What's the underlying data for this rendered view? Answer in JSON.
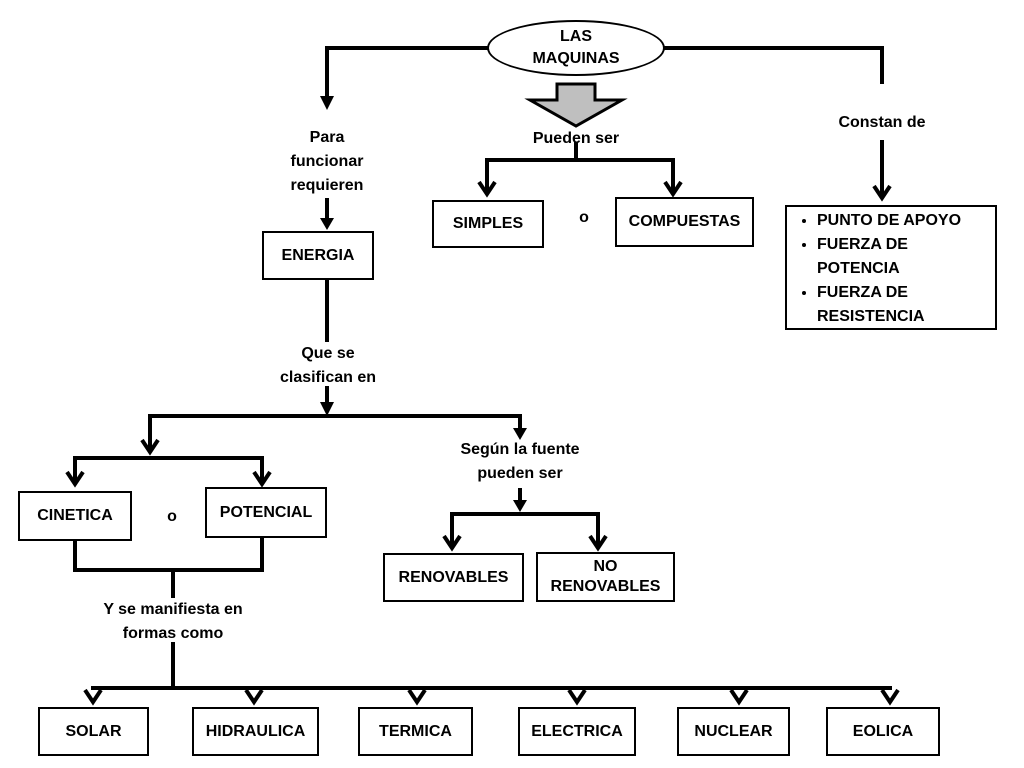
{
  "title": "LAS MAQUINAS",
  "links": {
    "para_funcionar": "Para funcionar requieren",
    "pueden_ser": "Pueden ser",
    "constan_de": "Constan de",
    "que_se_clasifican": "Que se clasifican en",
    "segun_fuente": "Según la fuente pueden ser",
    "se_manifiesta": "Y se manifiesta en formas como",
    "o_1": "o",
    "o_2": "o"
  },
  "nodes": {
    "energia": "ENERGIA",
    "simples": "SIMPLES",
    "compuestas": "COMPUESTAS",
    "cinetica": "CINETICA",
    "potencial": "POTENCIAL",
    "renovables": "RENOVABLES",
    "no_renovables": "NO RENOVABLES"
  },
  "parts": [
    "PUNTO DE APOYO",
    "FUERZA DE POTENCIA",
    "FUERZA DE RESISTENCIA"
  ],
  "forms": [
    "SOLAR",
    "HIDRAULICA",
    "TERMICA",
    "ELECTRICA",
    "NUCLEAR",
    "EOLICA"
  ]
}
